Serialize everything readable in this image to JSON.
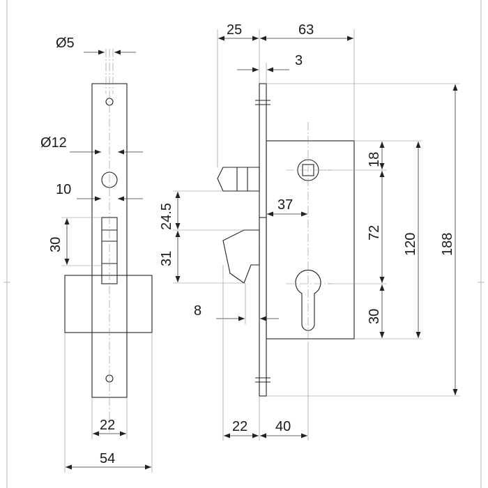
{
  "drawing": {
    "left_view": {
      "hole_diameter_top": "Ø5",
      "hole_diameter_mid": "Ø12",
      "slot_width": "10",
      "bolt_height": "30",
      "faceplate_width": "22",
      "case_width": "54"
    },
    "front_view": {
      "backset_to_face": "25",
      "case_depth": "63",
      "faceplate_thickness": "3",
      "bolt_offset": "24.5",
      "hook_height": "31",
      "follower_offset": "37",
      "bolt_projection": "8",
      "follower_to_top": "18",
      "center_distance": "72",
      "cylinder_below": "30",
      "case_height": "120",
      "faceplate_height": "188",
      "faceplate_front": "22",
      "backset": "40"
    }
  }
}
